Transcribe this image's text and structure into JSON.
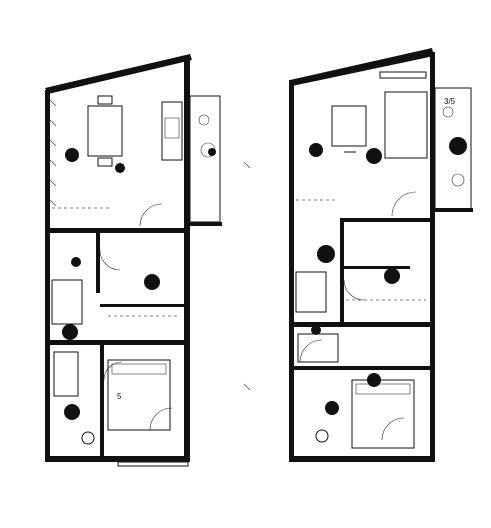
{
  "drawing": {
    "line_color": "#111111",
    "background": "#ffffff",
    "plan_count": 2
  },
  "left_plan": {
    "marker_label": "5"
  },
  "right_plan": {
    "badge_label": "3/5"
  }
}
